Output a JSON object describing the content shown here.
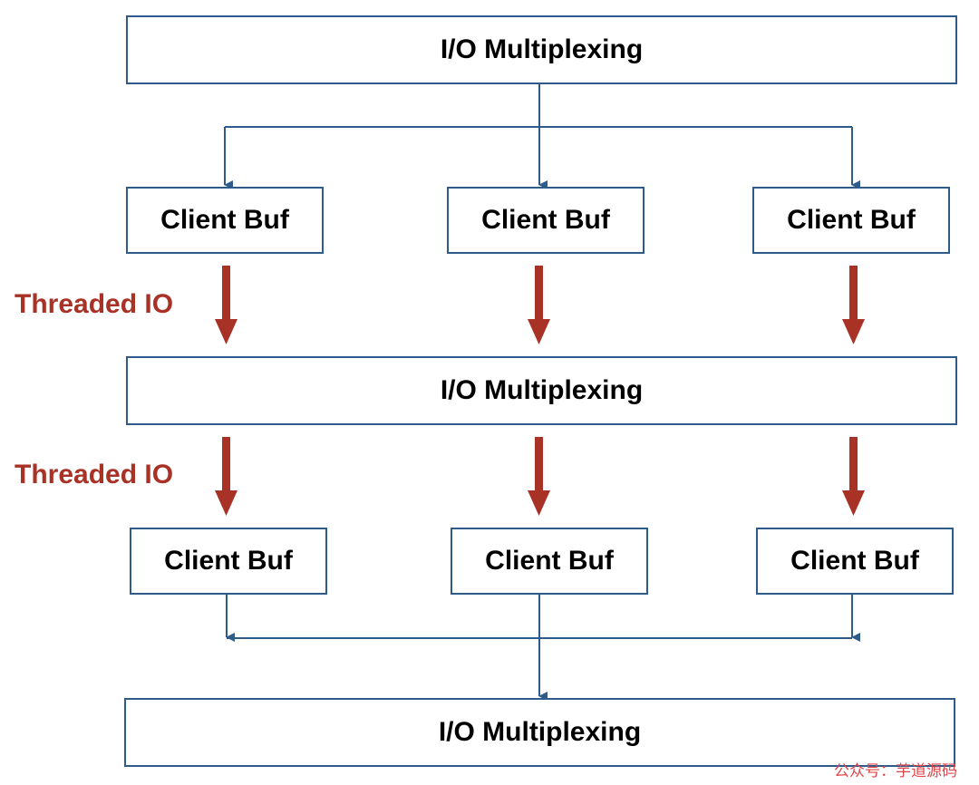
{
  "diagram": {
    "top_node": "I/O Multiplexing",
    "middle_node": "I/O Multiplexing",
    "bottom_node": "I/O Multiplexing",
    "upper_buffers": [
      "Client Buf",
      "Client Buf",
      "Client Buf"
    ],
    "lower_buffers": [
      "Client Buf",
      "Client Buf",
      "Client Buf"
    ],
    "stage_labels": [
      "Threaded IO",
      "Threaded IO"
    ]
  },
  "watermark": "公众号：芋道源码",
  "colors": {
    "box_border": "#2f5b8a",
    "connector": "#2f5b8a",
    "threaded_arrow": "#a93226",
    "label_red": "#a93226",
    "watermark": "#e0464a"
  }
}
